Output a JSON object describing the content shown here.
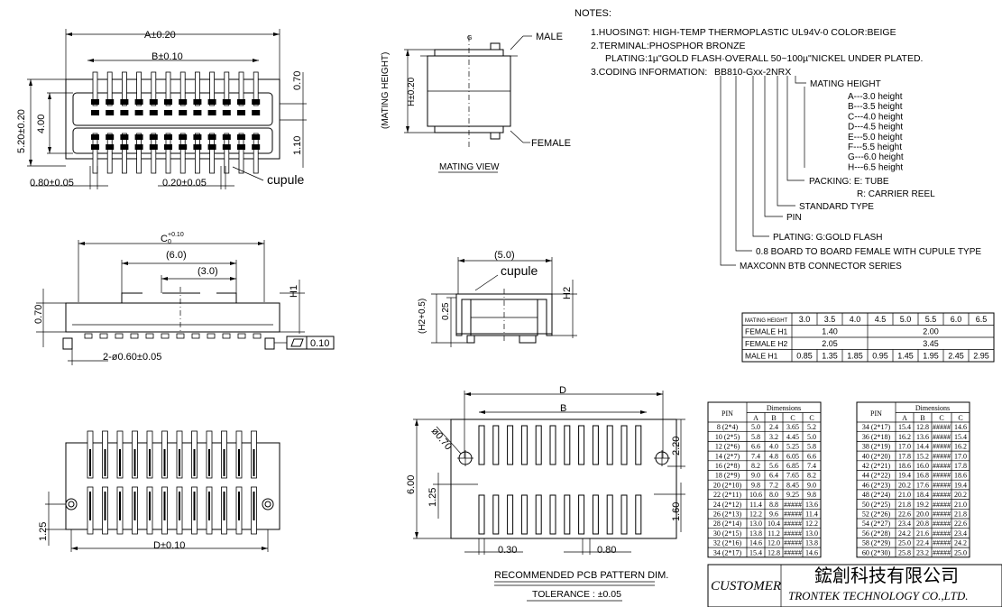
{
  "notes": {
    "header": "NOTES:",
    "line1": "1.HUOSINGT: HIGH-TEMP THERMOPLASTIC UL94V-0 COLOR:BEIGE",
    "line2": "2.TERMINAL:PHOSPHOR BRONZE",
    "line3": "PLATING:1µ\"GOLD FLASH·OVERALL 50~100µ\"NICKEL UNDER PLATED.",
    "line4": "3.CODING INFORMATION:",
    "code": "BB810-Gxx-2NRX"
  },
  "coding": {
    "mating_height_label": "MATING HEIGHT",
    "heights": [
      "A---3.0  height",
      "B---3.5  height",
      "C---4.0  height",
      "D---4.5  height",
      "E---5.0  height",
      "F---5.5  height",
      "G---6.0  height",
      "H---6.5  height"
    ],
    "packing1": "PACKING: E: TUBE",
    "packing2": "R: CARRIER REEL",
    "standard": "STANDARD TYPE",
    "pin": "PIN",
    "plating": "PLATING: G:GOLD FLASH",
    "board": "0.8 BOARD TO BOARD FEMALE  WITH CUPULE TYPE",
    "series": "MAXCONN BTB CONNECTOR SERIES"
  },
  "height_table": {
    "rows": [
      {
        "label": "MATING HEIGHT",
        "cells": [
          "3.0",
          "3.5",
          "4.0",
          "4.5",
          "5.0",
          "5.5",
          "6.0",
          "6.5"
        ]
      },
      {
        "label": "FEMALE H1",
        "cells": [
          "1.40",
          "2.00"
        ]
      },
      {
        "label": "FEMALE H2",
        "cells": [
          "2.05",
          "3.45"
        ]
      },
      {
        "label": "MALE H1",
        "cells": [
          "0.85",
          "1.35",
          "1.85",
          "0.95",
          "1.45",
          "1.95",
          "2.45",
          "2.95"
        ]
      }
    ]
  },
  "dim_table": {
    "pin_header": "PIN",
    "dim_header": "Dimensions",
    "cols": [
      "A",
      "B",
      "C",
      "C"
    ],
    "left": [
      [
        "8 (2*4)",
        "5.0",
        "2.4",
        "3.65",
        "5.2"
      ],
      [
        "10 (2*5)",
        "5.8",
        "3.2",
        "4.45",
        "5.0"
      ],
      [
        "12 (2*6)",
        "6.6",
        "4.0",
        "5.25",
        "5.8"
      ],
      [
        "14 (2*7)",
        "7.4",
        "4.8",
        "6.05",
        "6.6"
      ],
      [
        "16 (2*8)",
        "8.2",
        "5.6",
        "6.85",
        "7.4"
      ],
      [
        "18 (2*9)",
        "9.0",
        "6.4",
        "7.65",
        "8.2"
      ],
      [
        "20 (2*10)",
        "9.8",
        "7.2",
        "8.45",
        "9.0"
      ],
      [
        "22 (2*11)",
        "10.6",
        "8.0",
        "9.25",
        "9.8"
      ],
      [
        "24 (2*12)",
        "11.4",
        "8.8",
        "#####",
        "13.6"
      ],
      [
        "26 (2*13)",
        "12.2",
        "9.6",
        "#####",
        "11.4"
      ],
      [
        "28 (2*14)",
        "13.0",
        "10.4",
        "#####",
        "12.2"
      ],
      [
        "30 (2*15)",
        "13.8",
        "11.2",
        "#####",
        "13.0"
      ],
      [
        "32 (2*16)",
        "14.6",
        "12.0",
        "#####",
        "13.8"
      ],
      [
        "34 (2*17)",
        "15.4",
        "12.8",
        "#####",
        "14.6"
      ]
    ],
    "right": [
      [
        "34 (2*17)",
        "15.4",
        "12.8",
        "#####",
        "14.6"
      ],
      [
        "36 (2*18)",
        "16.2",
        "13.6",
        "#####",
        "15.4"
      ],
      [
        "38 (2*19)",
        "17.0",
        "14.4",
        "#####",
        "16.2"
      ],
      [
        "40 (2*20)",
        "17.8",
        "15.2",
        "#####",
        "17.0"
      ],
      [
        "42 (2*21)",
        "18.6",
        "16.0",
        "#####",
        "17.8"
      ],
      [
        "44 (2*22)",
        "19.4",
        "16.8",
        "#####",
        "18.6"
      ],
      [
        "46 (2*23)",
        "20.2",
        "17.6",
        "#####",
        "19.4"
      ],
      [
        "48 (2*24)",
        "21.0",
        "18.4",
        "#####",
        "20.2"
      ],
      [
        "50 (2*25)",
        "21.8",
        "19.2",
        "#####",
        "21.0"
      ],
      [
        "52 (2*26)",
        "22.6",
        "20.0",
        "#####",
        "21.8"
      ],
      [
        "54 (2*27)",
        "23.4",
        "20.8",
        "#####",
        "22.6"
      ],
      [
        "56 (2*28)",
        "24.2",
        "21.6",
        "#####",
        "23.4"
      ],
      [
        "58 (2*29)",
        "25.0",
        "22.4",
        "#####",
        "24.2"
      ],
      [
        "60 (2*30)",
        "25.8",
        "23.2",
        "#####",
        "25.0"
      ]
    ]
  },
  "title_block": {
    "customer": "CUSTOMER",
    "company_cn": "鋐創科技有限公司",
    "company_en": "TRONTEK TECHNOLOGY CO.,LTD."
  },
  "top_view": {
    "dim_a": "A±0.20",
    "dim_b": "B±0.10",
    "dim_520": "5.20±0.20",
    "dim_400": "4.00",
    "dim_070": "0.70",
    "dim_110": "1.10",
    "dim_080": "0.80±0.05",
    "dim_020": "0.20±0.05",
    "cupule": "cupule"
  },
  "mating_view": {
    "male": "MALE",
    "female": "FEMALE",
    "mating_height": "(MATING HEIGHT)",
    "h": "H±0.20",
    "caption": "MATING VIEW"
  },
  "side_view": {
    "c": "C",
    "c_tol_top": "+0.10",
    "c_tol_bot": "0",
    "d60": "(6.0)",
    "d30": "(3.0)",
    "h1": "H1",
    "d070": "0.70",
    "hole": "2-ø0.60±0.05",
    "flat": "0.10"
  },
  "end_view": {
    "d50": "(5.0)",
    "cupule": "cupule",
    "h2": "H2",
    "h205": "(H2+0.5)",
    "d025": "0.25"
  },
  "bottom_view": {
    "d": "D±0.10",
    "d125": "1.25"
  },
  "pcb": {
    "d": "D",
    "b": "B",
    "phi": "ø0.70",
    "d220": "2.20",
    "d600": "6.00",
    "d125": "1.25",
    "d160": "1.60",
    "d030": "0.30",
    "d080": "0.80",
    "caption": "RECOMMENDED PCB PATTERN DIM.",
    "tolerance": "TOLERANCE  : ±0.05"
  }
}
